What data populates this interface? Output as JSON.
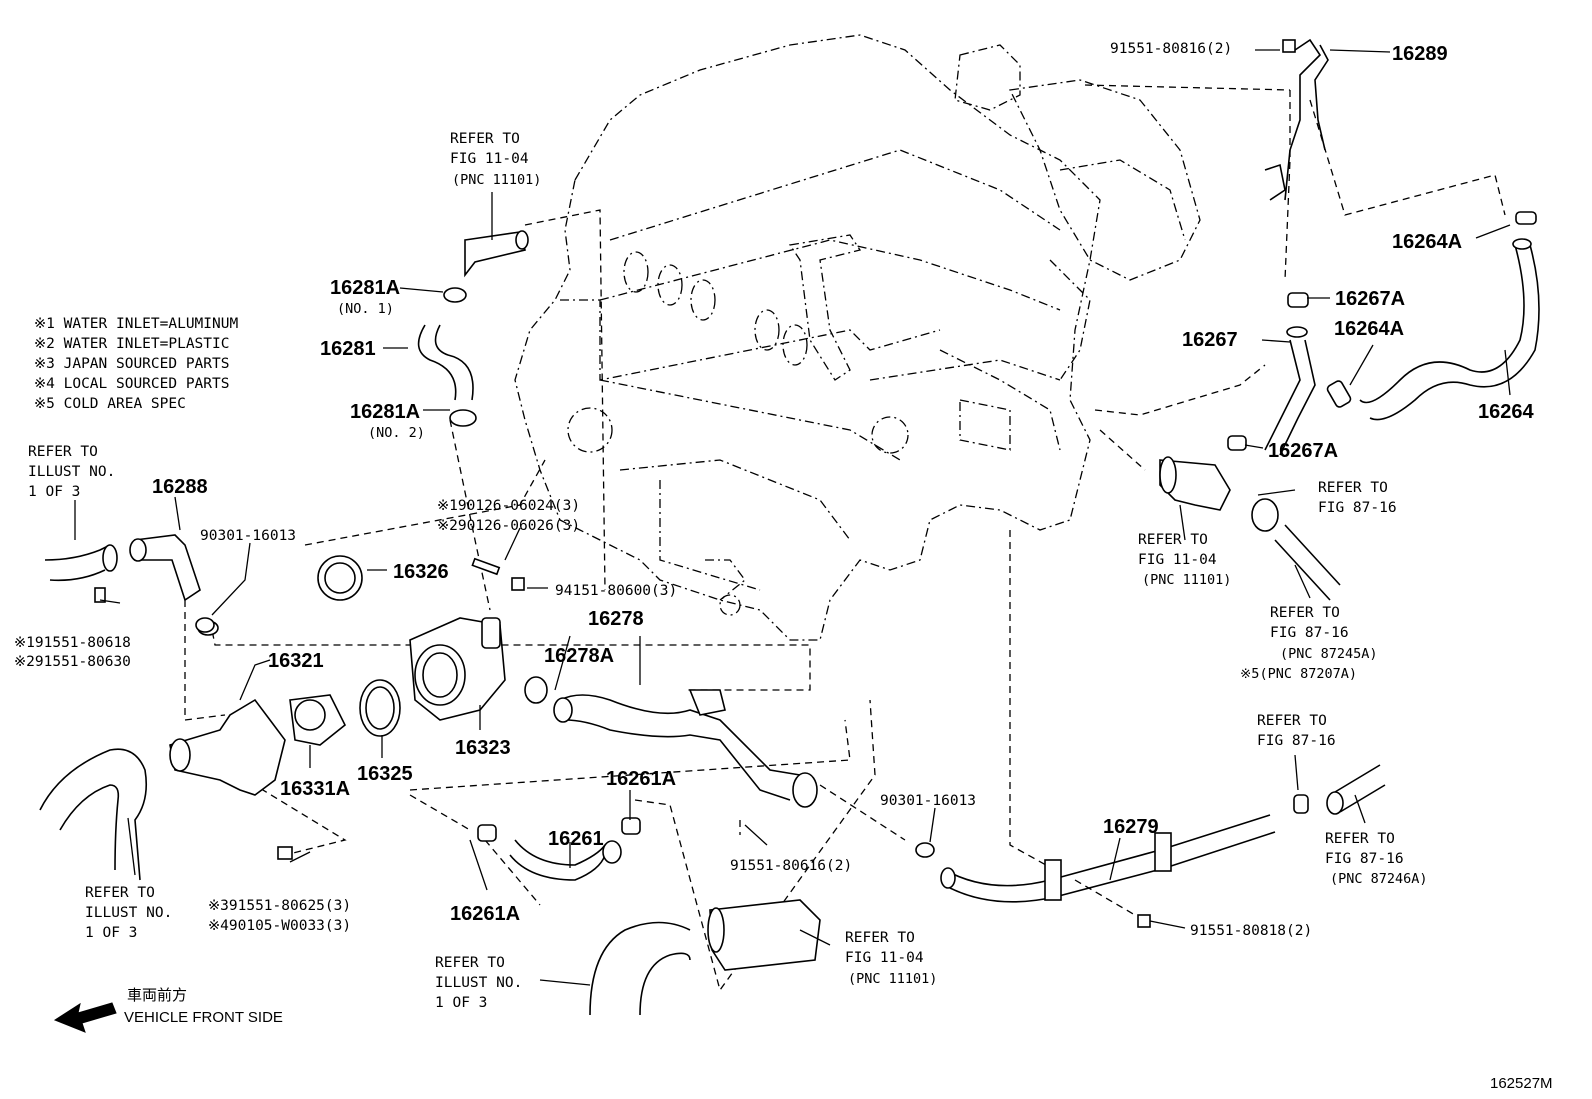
{
  "parts": {
    "p16289": "16289",
    "p91551_80816": "91551-80816(2)",
    "p16264A_1": "16264A",
    "p16267A_1": "16267A",
    "p16267": "16267",
    "p16264A_2": "16264A",
    "p16264": "16264",
    "p16267A_2": "16267A",
    "p16281A_1": "16281A",
    "p16281A_1_note": "(NO. 1)",
    "p16281": "16281",
    "p16281A_2": "16281A",
    "p16281A_2_note": "(NO. 2)",
    "p16288": "16288",
    "p90301_16013_a": "90301-16013",
    "p16326": "16326",
    "p190126": "※190126-06024(3)",
    "p290126": "※290126-06026(3)",
    "p94151": "94151-80600(3)",
    "p16278": "16278",
    "p16278A": "16278A",
    "p16321": "16321",
    "p191551": "※191551-80618",
    "p291551": "※291551-80630",
    "p16331A": "16331A",
    "p16325": "16325",
    "p16323": "16323",
    "p391551": "※391551-80625(3)",
    "p490105": "※490105-W0033(3)",
    "p16261A_1": "16261A",
    "p16261": "16261",
    "p16261A_2": "16261A",
    "p91551_80616": "91551-80616(2)",
    "p90301_16013_b": "90301-16013",
    "p16279": "16279",
    "p91551_80818": "91551-80818(2)"
  },
  "refs": {
    "r_fig1104_top": [
      "REFER TO",
      "FIG 11-04",
      "(PNC 11101)"
    ],
    "r_illust_left": [
      "REFER TO",
      "ILLUST NO.",
      "1 OF 3"
    ],
    "r_fig1104_right": [
      "REFER TO",
      "FIG 11-04",
      "(PNC 11101)"
    ],
    "r_fig8716_a": [
      "REFER TO",
      "FIG 87-16"
    ],
    "r_fig8716_b": [
      "REFER TO",
      "FIG 87-16",
      "(PNC 87245A)",
      "※5(PNC 87207A)"
    ],
    "r_fig8716_c": [
      "REFER TO",
      "FIG 87-16"
    ],
    "r_fig8716_d": [
      "REFER TO",
      "FIG 87-16",
      "(PNC 87246A)"
    ],
    "r_illust_lower": [
      "REFER TO",
      "ILLUST NO.",
      "1 OF 3"
    ],
    "r_illust_bottom": [
      "REFER TO",
      "ILLUST NO.",
      "1 OF 3"
    ],
    "r_fig1104_bottom": [
      "REFER TO",
      "FIG 11-04",
      "(PNC 11101)"
    ]
  },
  "notes": [
    "※1 WATER INLET=ALUMINUM",
    "※2 WATER INLET=PLASTIC",
    "※3 JAPAN SOURCED PARTS",
    "※4 LOCAL SOURCED PARTS",
    "※5 COLD AREA SPEC"
  ],
  "direction": {
    "jp": "車両前方",
    "en": "VEHICLE FRONT SIDE"
  },
  "figure_id": "162527M"
}
